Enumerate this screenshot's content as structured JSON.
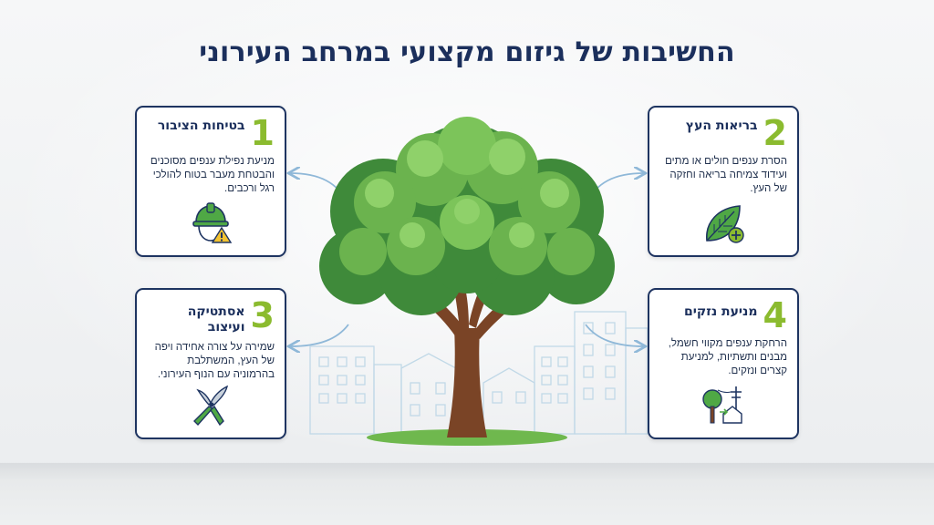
{
  "page": {
    "title": "החשיבות של גיזום מקצועי במרחב העירוני"
  },
  "cards": [
    {
      "number": "1",
      "title": "בטיחות הציבור",
      "text": "מניעת נפילת ענפים מסוכנים והבטחת מעבר בטוח להולכי רגל ורכבים.",
      "icon": "safety-helmet-warning-icon"
    },
    {
      "number": "2",
      "title": "בריאות העץ",
      "text": "הסרת ענפים חולים או מתים ועידוד צמיחה בריאה וחזקה של העץ.",
      "icon": "leaf-plus-icon"
    },
    {
      "number": "3",
      "title": "אסתטיקה ועיצוב",
      "text": "שמירה על צורה אחידה ויפה של העץ, המשתלבת בהרמוניה עם הנוף העירוני.",
      "icon": "pruning-shears-icon"
    },
    {
      "number": "4",
      "title": "מניעת נזקים",
      "text": "הרחקת ענפים מקווי חשמל, מבנים ותשתיות, למניעת קצרים ונזקים.",
      "icon": "tree-power-line-house-icon"
    }
  ],
  "colors": {
    "title": "#1b2f5c",
    "number_accent": "#8bbb2f",
    "card_border": "#1e3461",
    "arrow": "#8fb8d8",
    "leaf_dark": "#3f8a3a",
    "leaf_light": "#7cc45a",
    "trunk": "#7a4426"
  }
}
